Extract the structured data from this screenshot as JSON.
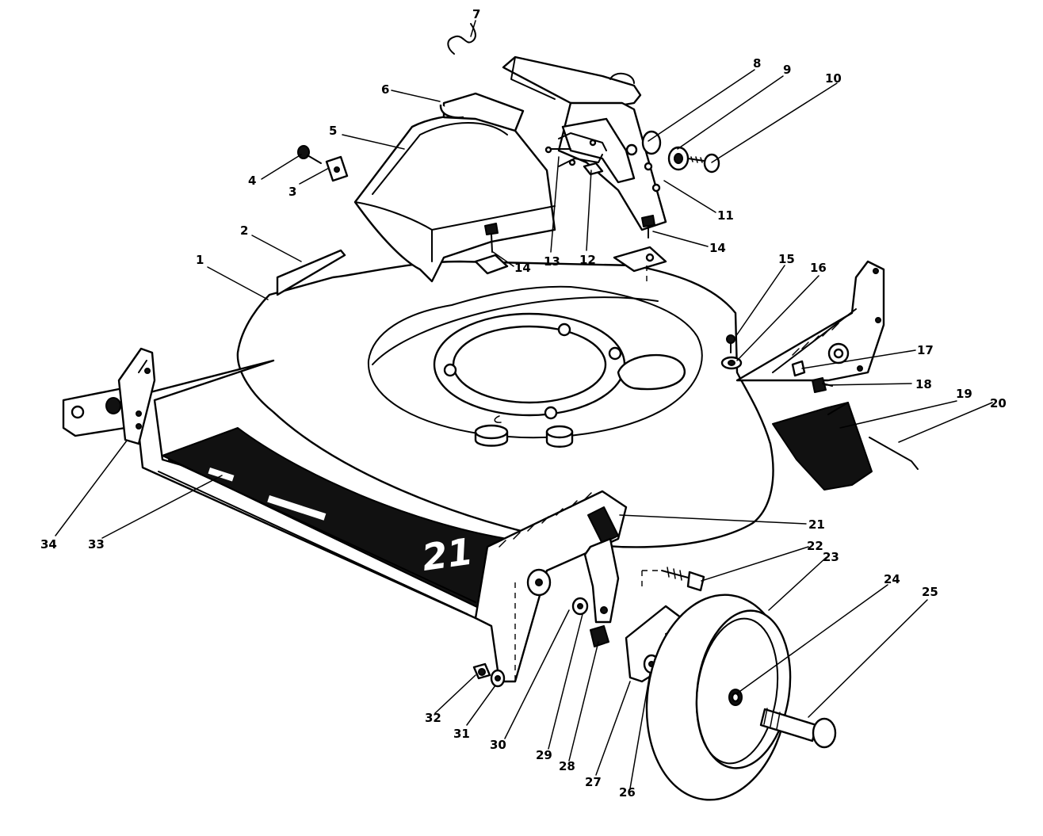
{
  "diagram": {
    "callouts": [
      {
        "id": "1",
        "label": "1"
      },
      {
        "id": "2",
        "label": "2"
      },
      {
        "id": "3",
        "label": "3"
      },
      {
        "id": "4",
        "label": "4"
      },
      {
        "id": "5",
        "label": "5"
      },
      {
        "id": "6",
        "label": "6"
      },
      {
        "id": "7",
        "label": "7"
      },
      {
        "id": "8",
        "label": "8"
      },
      {
        "id": "9",
        "label": "9"
      },
      {
        "id": "10",
        "label": "10"
      },
      {
        "id": "11",
        "label": "11"
      },
      {
        "id": "12",
        "label": "12"
      },
      {
        "id": "13",
        "label": "13"
      },
      {
        "id": "14a",
        "label": "14"
      },
      {
        "id": "14b",
        "label": "14"
      },
      {
        "id": "15",
        "label": "15"
      },
      {
        "id": "16",
        "label": "16"
      },
      {
        "id": "17",
        "label": "17"
      },
      {
        "id": "18",
        "label": "18"
      },
      {
        "id": "19",
        "label": "19"
      },
      {
        "id": "20",
        "label": "20"
      },
      {
        "id": "21",
        "label": "21"
      },
      {
        "id": "22",
        "label": "22"
      },
      {
        "id": "23",
        "label": "23"
      },
      {
        "id": "24",
        "label": "24"
      },
      {
        "id": "25",
        "label": "25"
      },
      {
        "id": "26",
        "label": "26"
      },
      {
        "id": "27",
        "label": "27"
      },
      {
        "id": "28",
        "label": "28"
      },
      {
        "id": "29",
        "label": "29"
      },
      {
        "id": "30",
        "label": "30"
      },
      {
        "id": "31",
        "label": "31"
      },
      {
        "id": "32",
        "label": "32"
      },
      {
        "id": "33",
        "label": "33"
      },
      {
        "id": "34",
        "label": "34"
      }
    ],
    "deck_marking": "21"
  }
}
